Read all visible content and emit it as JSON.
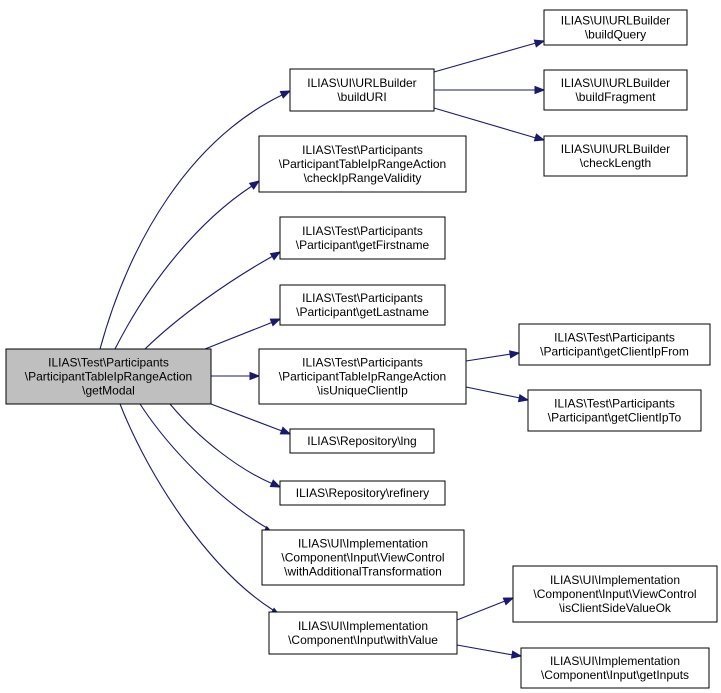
{
  "colors": {
    "edge": "#191970",
    "root_fill": "#bfbfbf",
    "node_fill": "#ffffff",
    "border": "#000000"
  },
  "nodes": [
    {
      "id": "getModal",
      "lines": [
        "ILIAS\\Test\\Participants",
        "\\ParticipantTableIpRangeAction",
        "\\getModal"
      ],
      "root": true
    },
    {
      "id": "buildURI",
      "lines": [
        "ILIAS\\UI\\URLBuilder",
        "\\buildURI"
      ]
    },
    {
      "id": "buildQuery",
      "lines": [
        "ILIAS\\UI\\URLBuilder",
        "\\buildQuery"
      ]
    },
    {
      "id": "buildFragment",
      "lines": [
        "ILIAS\\UI\\URLBuilder",
        "\\buildFragment"
      ]
    },
    {
      "id": "checkLength",
      "lines": [
        "ILIAS\\UI\\URLBuilder",
        "\\checkLength"
      ]
    },
    {
      "id": "checkIpRangeValidity",
      "lines": [
        "ILIAS\\Test\\Participants",
        "\\ParticipantTableIpRangeAction",
        "\\checkIpRangeValidity"
      ]
    },
    {
      "id": "getFirstname",
      "lines": [
        "ILIAS\\Test\\Participants",
        "\\Participant\\getFirstname"
      ]
    },
    {
      "id": "getLastname",
      "lines": [
        "ILIAS\\Test\\Participants",
        "\\Participant\\getLastname"
      ]
    },
    {
      "id": "isUniqueClientIp",
      "lines": [
        "ILIAS\\Test\\Participants",
        "\\ParticipantTableIpRangeAction",
        "\\isUniqueClientIp"
      ]
    },
    {
      "id": "getClientIpFrom",
      "lines": [
        "ILIAS\\Test\\Participants",
        "\\Participant\\getClientIpFrom"
      ]
    },
    {
      "id": "getClientIpTo",
      "lines": [
        "ILIAS\\Test\\Participants",
        "\\Participant\\getClientIpTo"
      ]
    },
    {
      "id": "lng",
      "lines": [
        "ILIAS\\Repository\\lng"
      ]
    },
    {
      "id": "refinery",
      "lines": [
        "ILIAS\\Repository\\refinery"
      ]
    },
    {
      "id": "withAdditionalTransformation",
      "lines": [
        "ILIAS\\UI\\Implementation",
        "\\Component\\Input\\ViewControl",
        "\\withAdditionalTransformation"
      ]
    },
    {
      "id": "withValue",
      "lines": [
        "ILIAS\\UI\\Implementation",
        "\\Component\\Input\\withValue"
      ]
    },
    {
      "id": "isClientSideValueOk",
      "lines": [
        "ILIAS\\UI\\Implementation",
        "\\Component\\Input\\ViewControl",
        "\\isClientSideValueOk"
      ]
    },
    {
      "id": "getInputs",
      "lines": [
        "ILIAS\\UI\\Implementation",
        "\\Component\\Input\\getInputs"
      ]
    }
  ],
  "edges": [
    [
      "getModal",
      "buildURI"
    ],
    [
      "getModal",
      "checkIpRangeValidity"
    ],
    [
      "getModal",
      "getFirstname"
    ],
    [
      "getModal",
      "getLastname"
    ],
    [
      "getModal",
      "isUniqueClientIp"
    ],
    [
      "getModal",
      "lng"
    ],
    [
      "getModal",
      "refinery"
    ],
    [
      "getModal",
      "withAdditionalTransformation"
    ],
    [
      "getModal",
      "withValue"
    ],
    [
      "buildURI",
      "buildQuery"
    ],
    [
      "buildURI",
      "buildFragment"
    ],
    [
      "buildURI",
      "checkLength"
    ],
    [
      "isUniqueClientIp",
      "getClientIpFrom"
    ],
    [
      "isUniqueClientIp",
      "getClientIpTo"
    ],
    [
      "withValue",
      "isClientSideValueOk"
    ],
    [
      "withValue",
      "getInputs"
    ]
  ]
}
